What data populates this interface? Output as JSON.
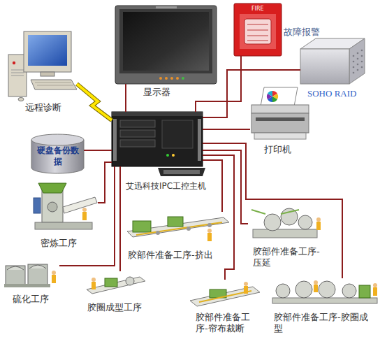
{
  "diagram": {
    "nodes": [
      {
        "text": [
          "显示器"
        ]
      },
      {
        "text": [
          "故障报警"
        ]
      },
      {
        "text": [
          "远程诊断"
        ]
      },
      {
        "text": [
          "SOHO RAID"
        ]
      },
      {
        "text": [
          "打印机"
        ]
      },
      {
        "text": [
          "硬盘备份数据"
        ]
      },
      {
        "text": [
          "艾迅科技IPC工控主机"
        ]
      },
      {
        "text": [
          "密炼工序"
        ]
      },
      {
        "text": [
          "胶部件准备工序-压延"
        ]
      },
      {
        "text": [
          "胶部件准备工序-挤出"
        ]
      },
      {
        "text": [
          "硫化工序"
        ]
      },
      {
        "text": [
          "胶圈成型工序"
        ]
      },
      {
        "text": [
          "胶部件准备工序-帘布裁断"
        ]
      },
      {
        "text": [
          "胶部件准备工序-胶圈成型"
        ]
      }
    ],
    "edges": [
      {
        "from": 6,
        "to": 0,
        "arrow": "none"
      },
      {
        "from": 6,
        "to": 1,
        "arrow": "none"
      },
      {
        "from": 6,
        "to": 2,
        "arrow": "none"
      },
      {
        "from": 6,
        "to": 3,
        "arrow": "none"
      },
      {
        "from": 6,
        "to": 4,
        "arrow": "none"
      },
      {
        "from": 6,
        "to": 5,
        "arrow": "none"
      },
      {
        "from": 6,
        "to": 7,
        "arrow": "none"
      },
      {
        "from": 6,
        "to": 8,
        "arrow": "none"
      },
      {
        "from": 6,
        "to": 9,
        "arrow": "none"
      },
      {
        "from": 6,
        "to": 10,
        "arrow": "none"
      },
      {
        "from": 6,
        "to": 11,
        "arrow": "none"
      },
      {
        "from": 6,
        "to": 12,
        "arrow": "none"
      },
      {
        "from": 6,
        "to": 13,
        "arrow": "none"
      }
    ],
    "labels": [
      "FIRE"
    ]
  }
}
